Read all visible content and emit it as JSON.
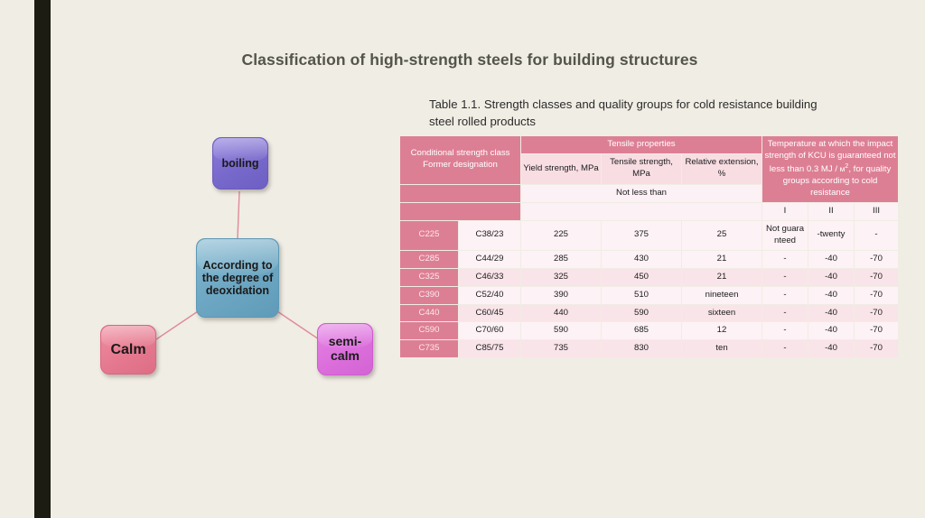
{
  "slide": {
    "title": "Classification of high-strength steels for building structures",
    "background_color": "#F0EDE4",
    "accent_bar_color": "#1C1C12"
  },
  "diagram": {
    "name": "degree-of-deoxidation-mind-map",
    "center": {
      "label": "According to the degree of deoxidation",
      "color": "#6CA6C2"
    },
    "nodes": [
      {
        "label": "boiling",
        "color": "#7768CB",
        "position": "top"
      },
      {
        "label": "Calm",
        "color": "#E5798F",
        "position": "bottom-left"
      },
      {
        "label": "semi-calm",
        "color": "#DC6FDC",
        "position": "bottom-right"
      }
    ],
    "connector_color": "#E08A9B"
  },
  "table": {
    "caption": "Table 1.1. Strength classes and quality groups for cold resistance building steel rolled products",
    "header": {
      "col_class": "Conditional strength class",
      "col_former": "Former designation",
      "group_tensile": "Tensile properties",
      "col_yield": "Yield strength, MPa",
      "col_tensile": "Tensile strength, MPa",
      "col_extension": "Relative extension, %",
      "group_temperature_pre": "Temperature at which the impact strength of KCU is guaranteed not less than 0.3 MJ / ",
      "group_temperature_unit": "м",
      "group_temperature_sup": "2",
      "group_temperature_post": ", for quality groups according to cold resistance",
      "not_less_than": "Not less than",
      "quality_groups": [
        "I",
        "II",
        "III"
      ]
    },
    "rows": [
      {
        "cls": "C225",
        "former": "C38/23",
        "yield": "225",
        "tensile": "375",
        "extension": "25",
        "g1": "Not guaranteed",
        "g2": "-twenty",
        "g3": "-"
      },
      {
        "cls": "C285",
        "former": "C44/29",
        "yield": "285",
        "tensile": "430",
        "extension": "21",
        "g1": "-",
        "g2": "-40",
        "g3": "-70"
      },
      {
        "cls": "C325",
        "former": "C46/33",
        "yield": "325",
        "tensile": "450",
        "extension": "21",
        "g1": "-",
        "g2": "-40",
        "g3": "-70"
      },
      {
        "cls": "C390",
        "former": "C52/40",
        "yield": "390",
        "tensile": "510",
        "extension": "nineteen",
        "g1": "-",
        "g2": "-40",
        "g3": "-70"
      },
      {
        "cls": "C440",
        "former": "C60/45",
        "yield": "440",
        "tensile": "590",
        "extension": "sixteen",
        "g1": "-",
        "g2": "-40",
        "g3": "-70"
      },
      {
        "cls": "C590",
        "former": "C70/60",
        "yield": "590",
        "tensile": "685",
        "extension": "12",
        "g1": "-",
        "g2": "-40",
        "g3": "-70"
      },
      {
        "cls": "C735",
        "former": "C85/75",
        "yield": "735",
        "tensile": "830",
        "extension": "ten",
        "g1": "-",
        "g2": "-40",
        "g3": "-70"
      }
    ],
    "colors": {
      "header_dark": "#DD7F94",
      "header_light": "#F8DDE3",
      "row_alt_a": "#F9E4E9",
      "row_alt_b": "#FDF2F5"
    }
  }
}
